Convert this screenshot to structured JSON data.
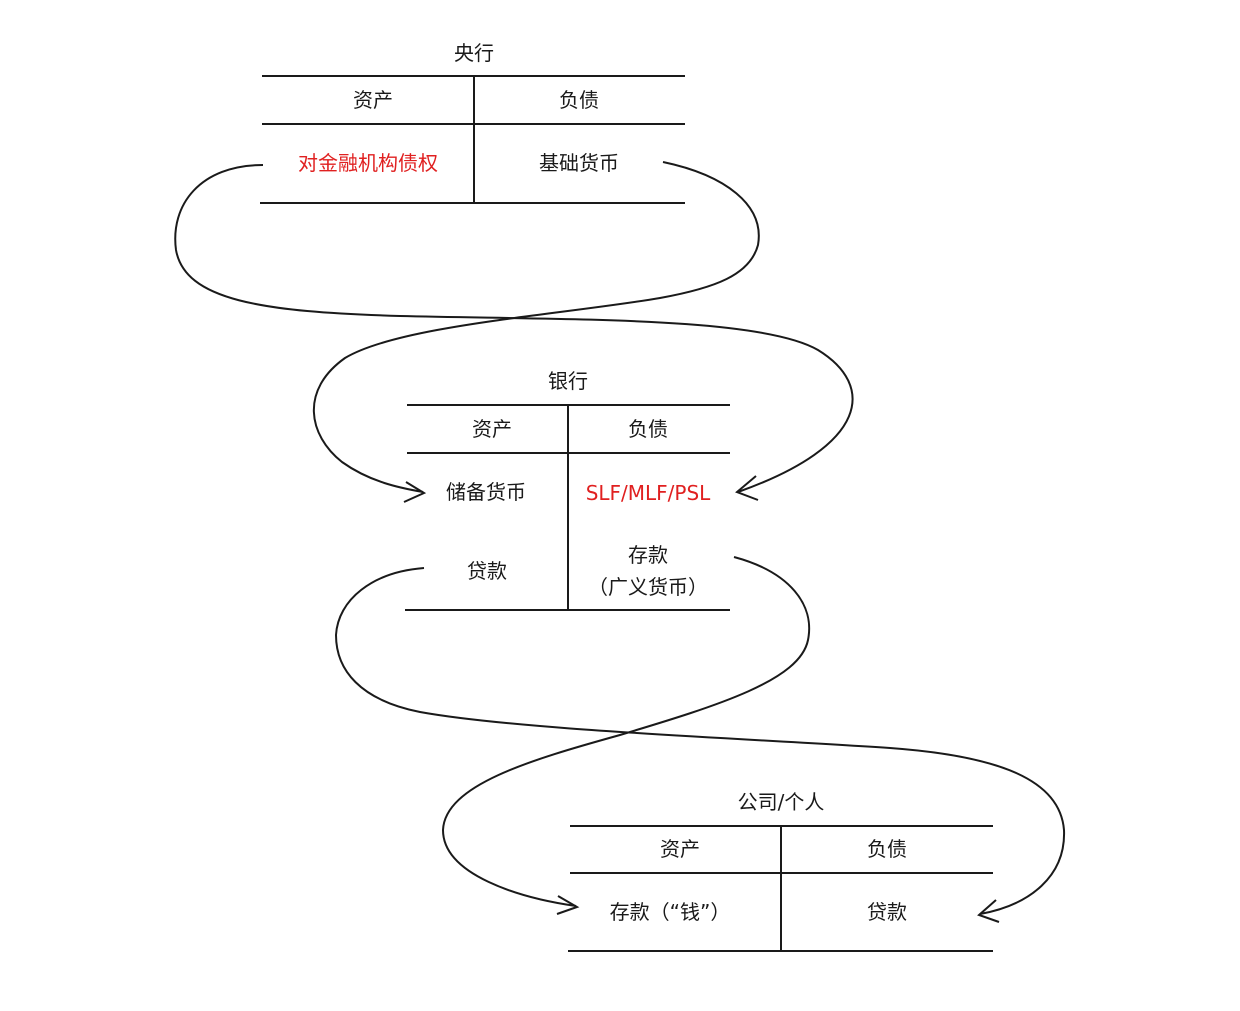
{
  "central_bank": {
    "title": "央行",
    "col_assets": "资产",
    "col_liabilities": "负债",
    "asset_item": "对金融机构债权",
    "liability_item": "基础货币"
  },
  "bank": {
    "title": "银行",
    "col_assets": "资产",
    "col_liabilities": "负债",
    "asset_items": [
      "储备货币",
      "贷款"
    ],
    "liability_items": [
      "SLF/MLF/PSL",
      "存款",
      "（广义货币）"
    ]
  },
  "company": {
    "title": "公司/个人",
    "col_assets": "资产",
    "col_liabilities": "负债",
    "asset_item": "存款（“钱”）",
    "liability_item": "贷款"
  },
  "colors": {
    "highlight": "#e02020",
    "ink": "#1a1a1a"
  }
}
